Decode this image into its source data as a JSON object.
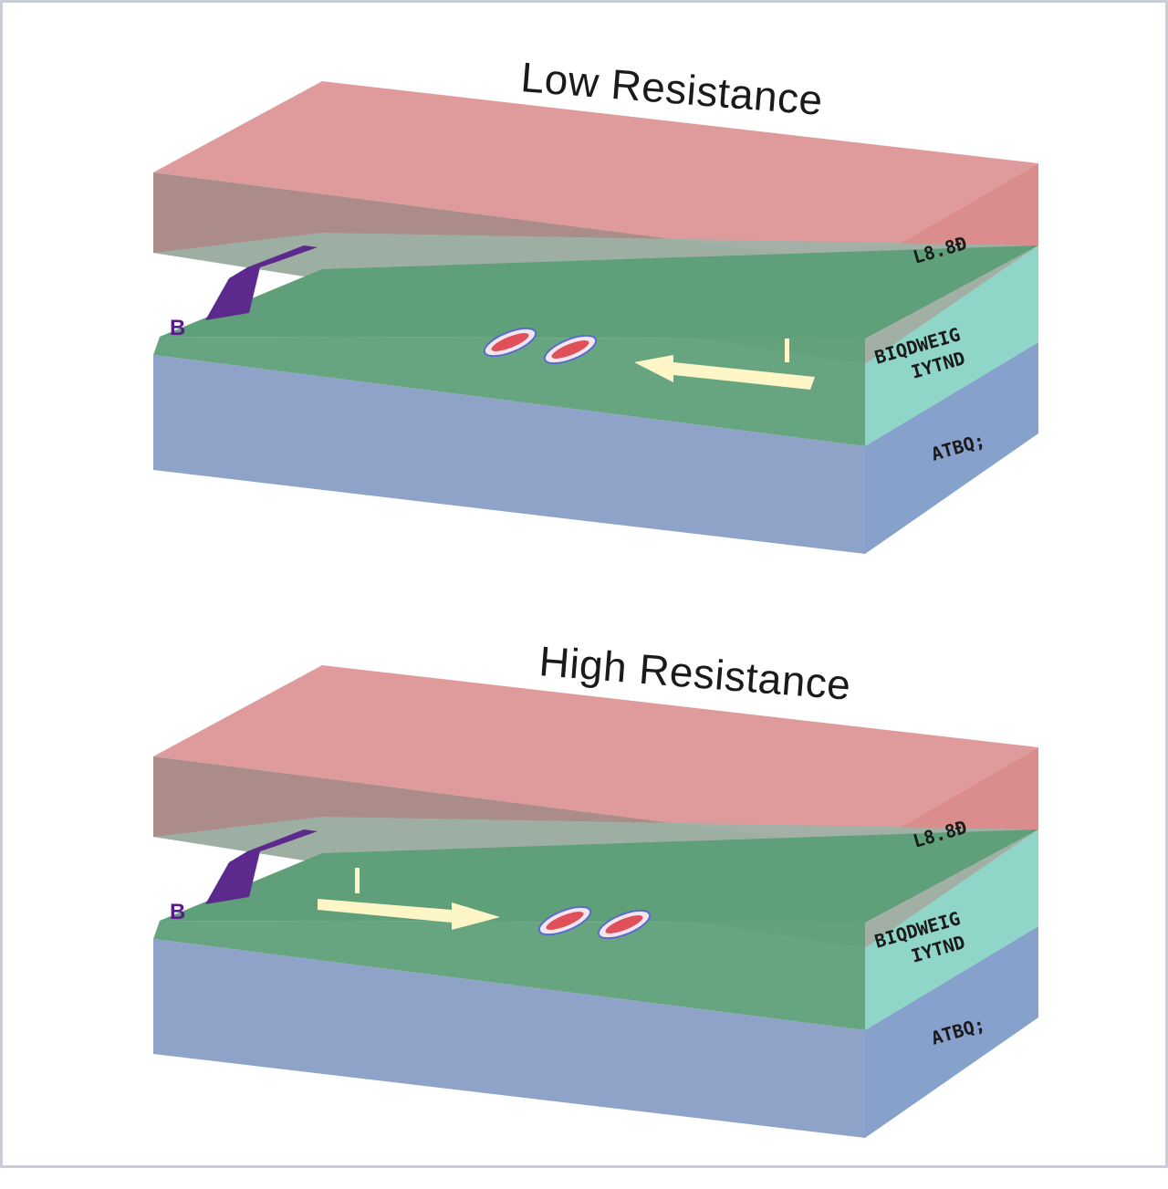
{
  "panels": [
    {
      "id": "low",
      "title": "Low Resistance",
      "field_label": "B",
      "current_direction": "left",
      "layer_labels": {
        "top": "L8.8Đ",
        "middle_1": "BIQDWEIG",
        "middle_2": "IYTND",
        "bottom": "ATBQ;"
      }
    },
    {
      "id": "high",
      "title": "High Resistance",
      "field_label": "B",
      "current_direction": "right",
      "layer_labels": {
        "top": "L8.8Đ",
        "middle_1": "BIQDWEIG",
        "middle_2": "IYTND",
        "bottom": "ATBQ;"
      }
    }
  ],
  "colors": {
    "top_layer": "#d98a8a",
    "middle_layer": "#5fa07a",
    "middle_side": "#8fd6c8",
    "bottom_layer": "#8fa3c8",
    "field_arrow": "#5b2a8c",
    "current_arrow": "#fff6c8",
    "spin_red": "#e0505a",
    "spin_blue": "#5a6ad0"
  }
}
